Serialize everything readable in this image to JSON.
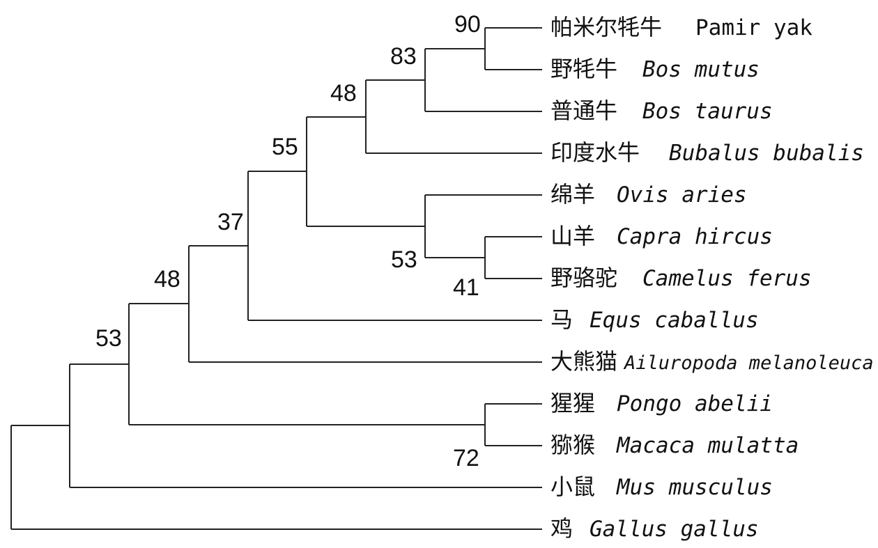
{
  "tree": {
    "taxa": [
      {
        "cn": "帕米尔牦牛",
        "sci": "Pamir yak",
        "italic": false
      },
      {
        "cn": "野牦牛",
        "sci": "Bos mutus",
        "italic": true
      },
      {
        "cn": "普通牛",
        "sci": "Bos taurus",
        "italic": true
      },
      {
        "cn": "印度水牛",
        "sci": "Bubalus bubalis",
        "italic": true
      },
      {
        "cn": "绵羊",
        "sci": "Ovis aries",
        "italic": true
      },
      {
        "cn": "山羊",
        "sci": "Capra hircus",
        "italic": true
      },
      {
        "cn": "野骆驼",
        "sci": "Camelus ferus",
        "italic": true
      },
      {
        "cn": "马",
        "sci": "Equs caballus",
        "italic": true
      },
      {
        "cn": "大熊猫",
        "sci": "Ailuropoda melanoleuca",
        "italic": true
      },
      {
        "cn": "猩猩",
        "sci": "Pongo abelii",
        "italic": true
      },
      {
        "cn": "猕猴",
        "sci": "Macaca mulatta",
        "italic": true
      },
      {
        "cn": "小鼠",
        "sci": "Mus musculus",
        "italic": true
      },
      {
        "cn": "鸡",
        "sci": "Gallus gallus",
        "italic": true
      }
    ],
    "nodes": [
      {
        "id": "n_pamir_mutus",
        "support": "90"
      },
      {
        "id": "n_bos",
        "support": "83"
      },
      {
        "id": "n_bovini",
        "support": "48"
      },
      {
        "id": "n_capra_camelus",
        "support": "41"
      },
      {
        "id": "n_ovis_group",
        "support": "53"
      },
      {
        "id": "n_bovid_ovis",
        "support": "55"
      },
      {
        "id": "n_with_equs",
        "support": "37"
      },
      {
        "id": "n_with_panda",
        "support": "48"
      },
      {
        "id": "n_primates",
        "support": "72"
      },
      {
        "id": "n_mammals",
        "support": "53"
      },
      {
        "id": "n_root",
        "support": ""
      }
    ]
  }
}
